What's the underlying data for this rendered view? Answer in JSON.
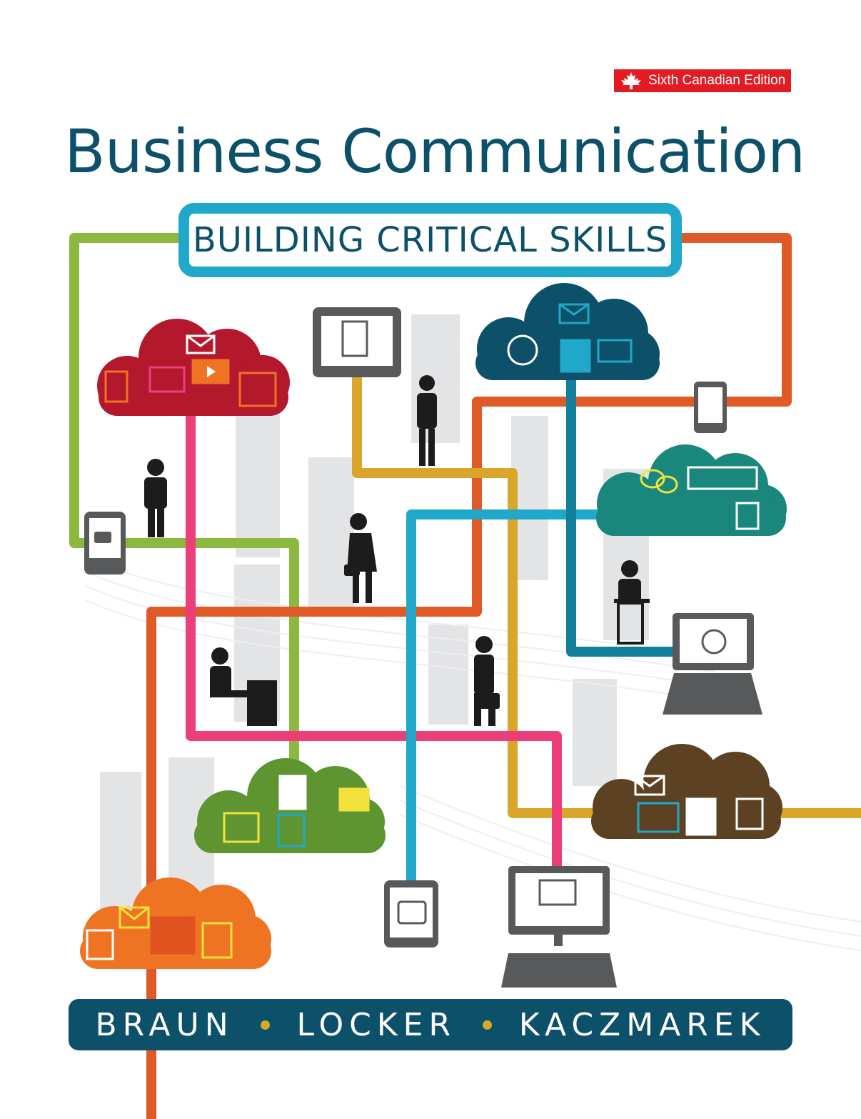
{
  "cover": {
    "edition": "Sixth Canadian Edition",
    "title": "Business Communication",
    "subtitle": "BUILDING CRITICAL SKILLS",
    "authors": [
      "BRAUN",
      "LOCKER",
      "KACZMAREK"
    ]
  },
  "colors": {
    "title": "#0c5169",
    "subtitle_frame": "#1fa8c9",
    "edition_badge": "#e31b23",
    "author_bar": "#0c5169",
    "author_separator": "#d8a82a",
    "line_green": "#8cb83f",
    "line_orange": "#e05a27",
    "line_pink": "#ec3e7a",
    "line_mustard": "#d9a52a",
    "line_cyan": "#1fa8c9",
    "line_teal": "#12809a",
    "cloud_red": "#b3182d",
    "cloud_navy": "#0c5169",
    "cloud_teal": "#19877b",
    "cloud_green": "#5e9531",
    "cloud_brown": "#5c4222",
    "cloud_orange": "#ee7424",
    "device_gray": "#58595b",
    "building_gray": "#d5d6d8",
    "figure_black": "#1c1c1c"
  },
  "icons": [
    "maple-leaf-icon",
    "cloud-icon",
    "envelope-icon",
    "document-icon",
    "presentation-icon",
    "video-icon",
    "globe-icon",
    "keyboard-icon",
    "chat-icon",
    "laptop-icon",
    "tablet-icon",
    "smartphone-icon",
    "desktop-monitor-icon",
    "building-icon",
    "person-icon"
  ]
}
